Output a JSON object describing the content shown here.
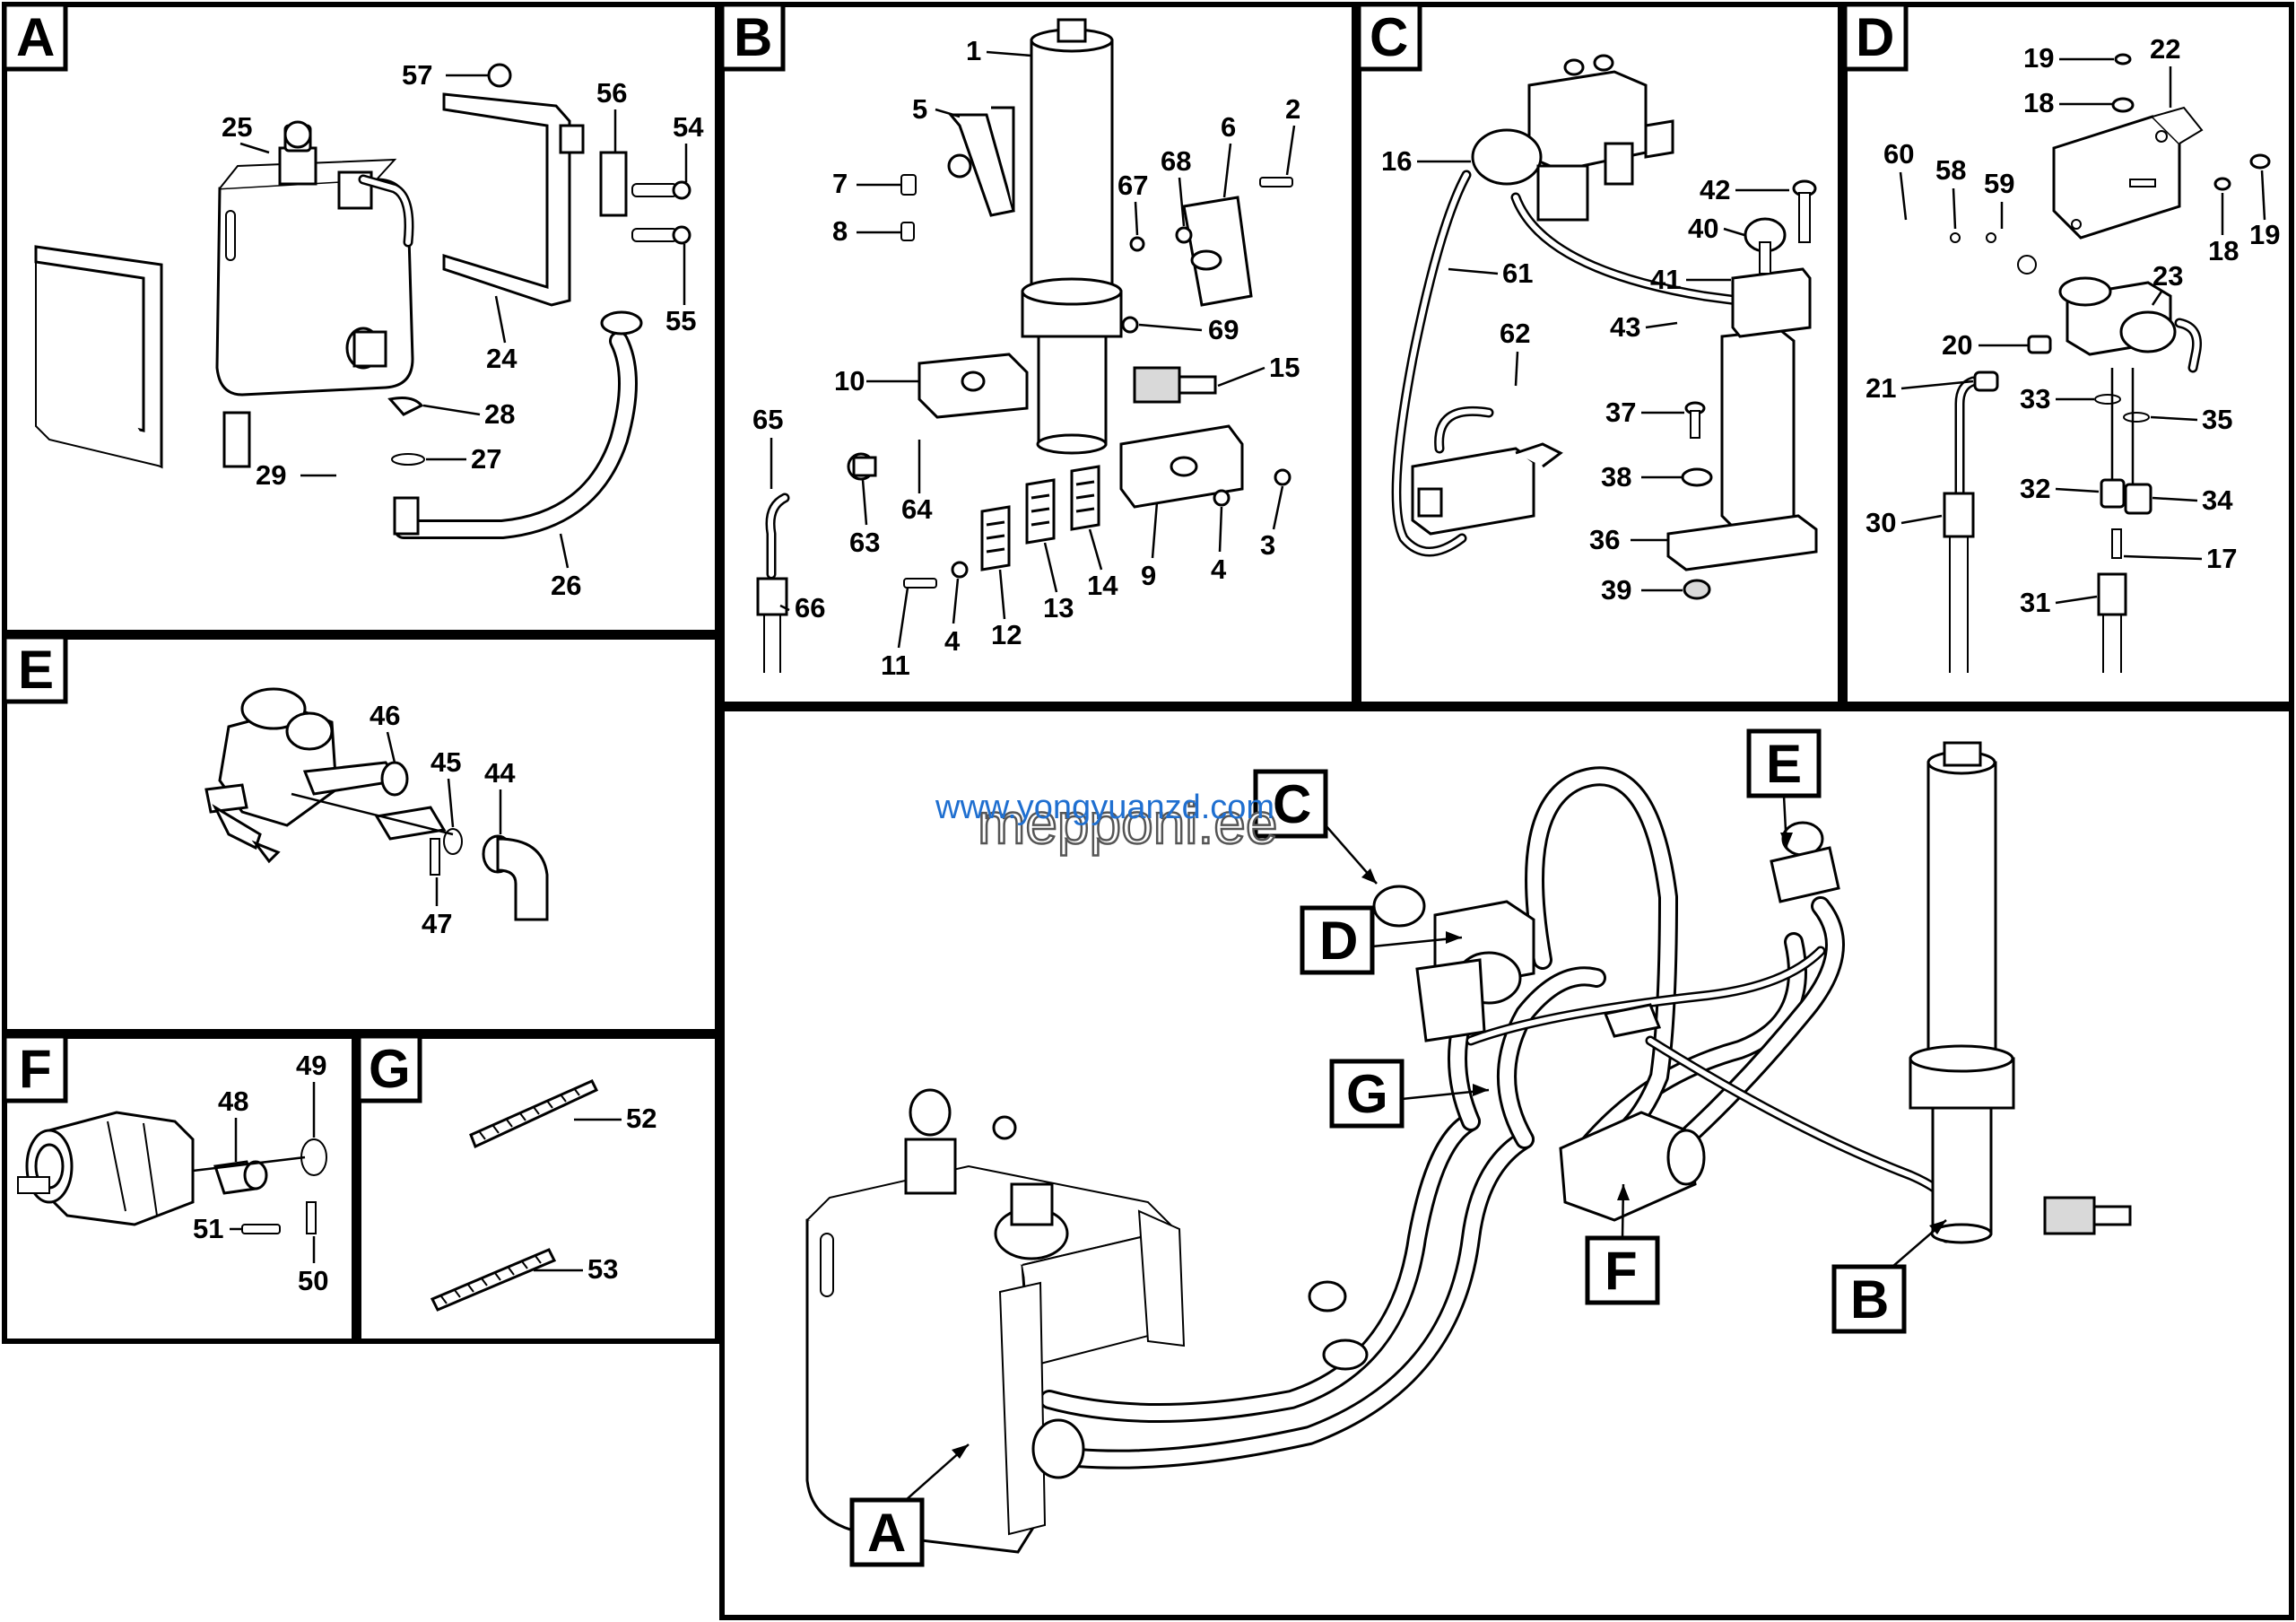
{
  "panels": [
    {
      "letter": "A"
    },
    {
      "letter": "B"
    },
    {
      "letter": "C"
    },
    {
      "letter": "D"
    },
    {
      "letter": "E"
    },
    {
      "letter": "F"
    },
    {
      "letter": "G"
    }
  ],
  "callouts": [
    "1",
    "2",
    "3",
    "4",
    "4",
    "5",
    "6",
    "7",
    "8",
    "9",
    "10",
    "11",
    "12",
    "13",
    "14",
    "15",
    "16",
    "17",
    "18",
    "18",
    "19",
    "19",
    "20",
    "21",
    "22",
    "23",
    "24",
    "25",
    "26",
    "27",
    "28",
    "29",
    "30",
    "31",
    "32",
    "33",
    "34",
    "35",
    "36",
    "37",
    "38",
    "39",
    "40",
    "41",
    "42",
    "43",
    "44",
    "45",
    "46",
    "47",
    "48",
    "49",
    "50",
    "51",
    "52",
    "53",
    "54",
    "55",
    "56",
    "57",
    "58",
    "59",
    "60",
    "61",
    "62",
    "63",
    "64",
    "65",
    "66",
    "67",
    "68",
    "69"
  ],
  "overview_labels": [
    "C",
    "D",
    "E",
    "G",
    "F",
    "B",
    "A"
  ],
  "watermark": {
    "line1": "www.yongyuanzd.com",
    "line2": "mepponi.ee"
  }
}
